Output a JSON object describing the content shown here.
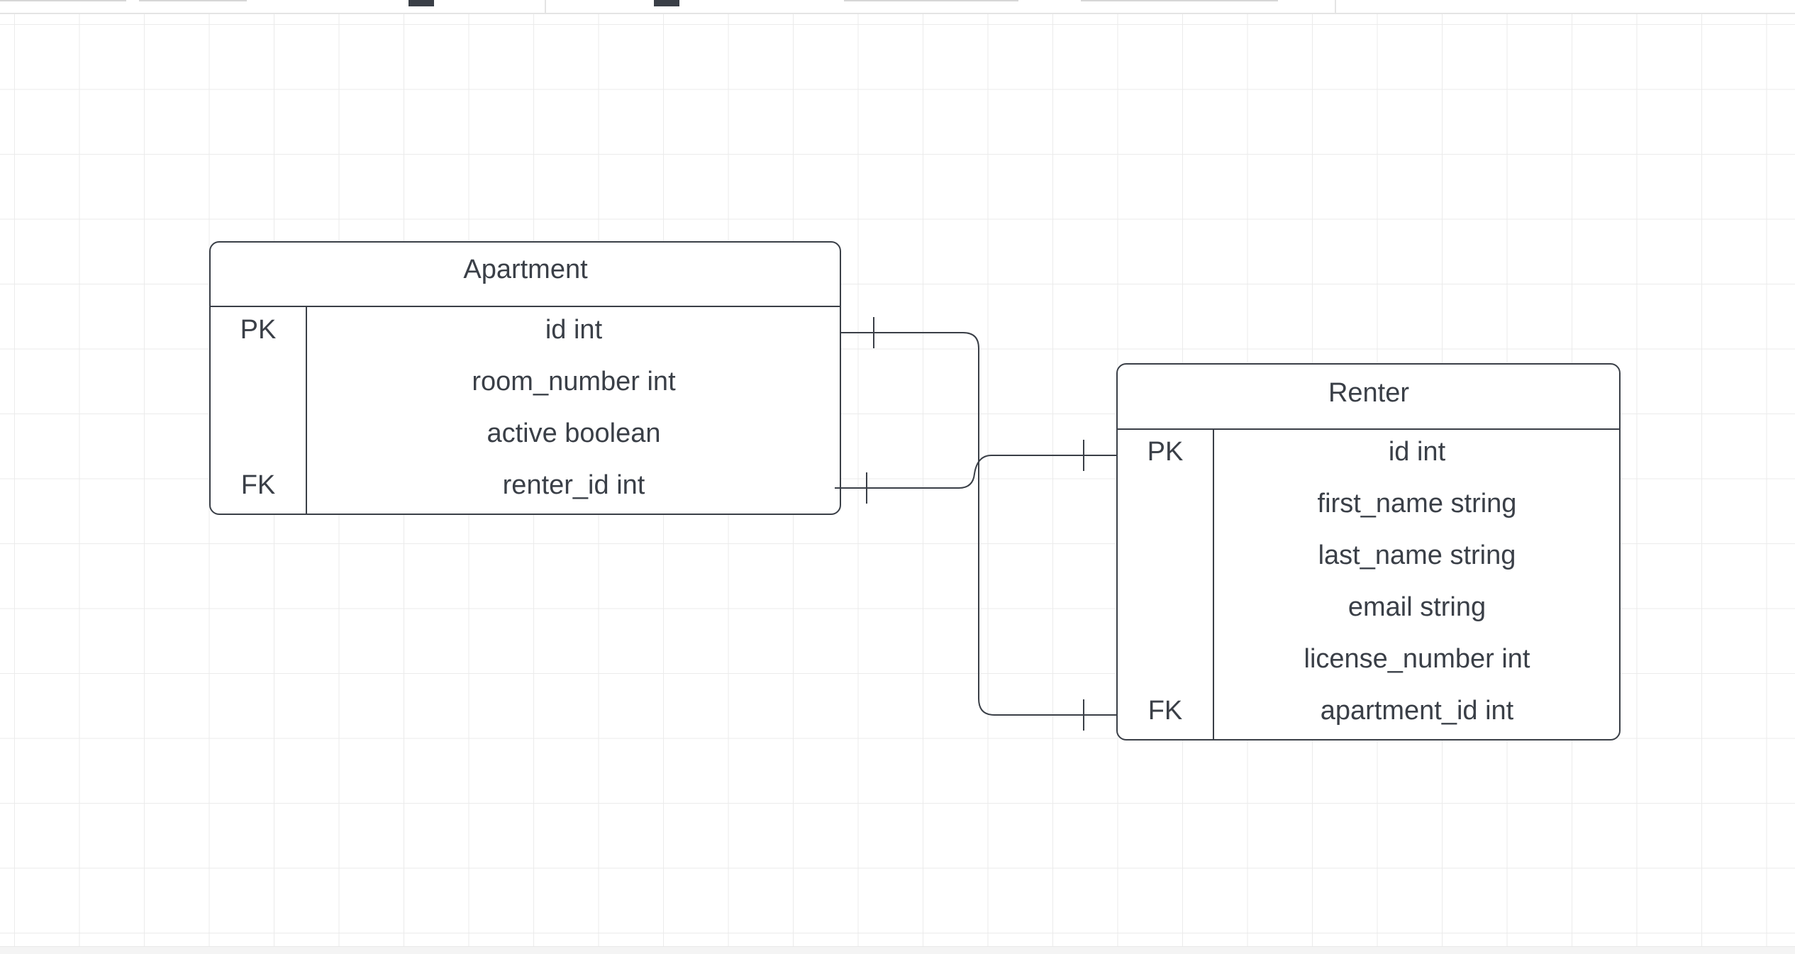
{
  "entities": [
    {
      "id": "apartment",
      "title": "Apartment",
      "rows": [
        {
          "key": "PK",
          "field": "id int"
        },
        {
          "key": "",
          "field": "room_number int"
        },
        {
          "key": "",
          "field": "active boolean"
        },
        {
          "key": "FK",
          "field": "renter_id int"
        }
      ]
    },
    {
      "id": "renter",
      "title": "Renter",
      "rows": [
        {
          "key": "PK",
          "field": "id int"
        },
        {
          "key": "",
          "field": "first_name string"
        },
        {
          "key": "",
          "field": "last_name string"
        },
        {
          "key": "",
          "field": "email string"
        },
        {
          "key": "",
          "field": "license_number int"
        },
        {
          "key": "FK",
          "field": "apartment_id int"
        }
      ]
    }
  ],
  "relationships": [
    {
      "from": "apartment.id int",
      "to": "renter.apartment_id int",
      "from_end": "one",
      "to_end": "one"
    },
    {
      "from": "apartment.renter_id int",
      "to": "renter.id int",
      "from_end": "one",
      "to_end": "one"
    }
  ],
  "colors": {
    "line": "#3a3f47",
    "text": "#3a3f47",
    "grid": "#ebebeb",
    "background": "#ffffff"
  }
}
